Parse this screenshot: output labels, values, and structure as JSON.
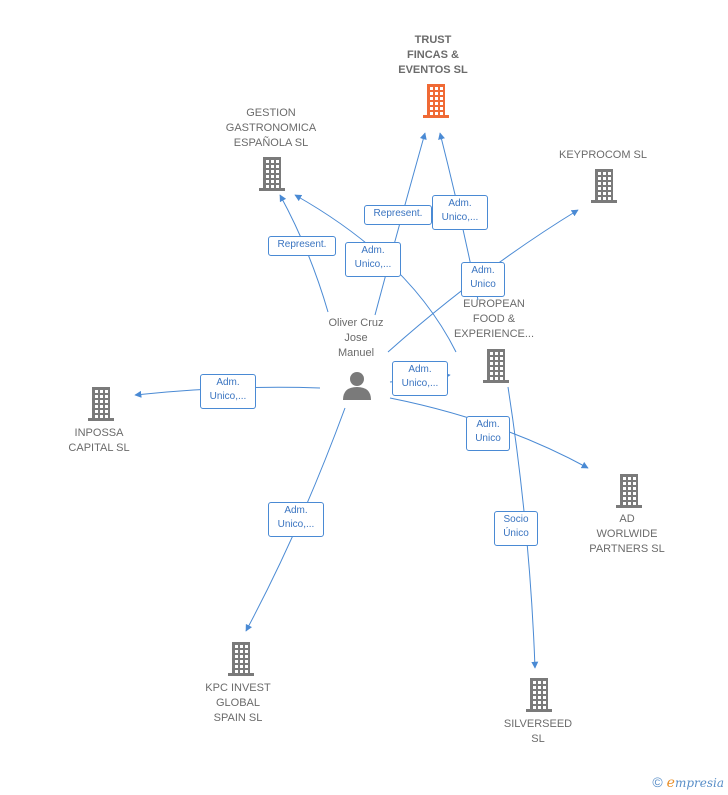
{
  "colors": {
    "edge": "#4a8ad4",
    "company": "#7a7a7a",
    "focus_company": "#f06a35",
    "person": "#7a7a7a"
  },
  "person": {
    "label": "Oliver Cruz\nJose\nManuel",
    "icon": "person-icon"
  },
  "companies": [
    {
      "id": "trust",
      "label": "TRUST\nFINCAS &\nEVENTOS  SL",
      "focus": true,
      "icon": "building-icon"
    },
    {
      "id": "gestion",
      "label": "GESTION\nGASTRONOMICA\nESPAÑOLA  SL",
      "icon": "building-icon"
    },
    {
      "id": "keyprocom",
      "label": "KEYPROCOM SL",
      "icon": "building-icon"
    },
    {
      "id": "european",
      "label": "EUROPEAN\nFOOD &\nEXPERIENCE...",
      "icon": "building-icon"
    },
    {
      "id": "inpossa",
      "label": "INPOSSA\nCAPITAL  SL",
      "icon": "building-icon"
    },
    {
      "id": "ad",
      "label": "AD\nWORLWIDE\nPARTNERS SL",
      "icon": "building-icon"
    },
    {
      "id": "kpc",
      "label": "KPC INVEST\nGLOBAL\nSPAIN  SL",
      "icon": "building-icon"
    },
    {
      "id": "silverseed",
      "label": "SILVERSEED\nSL",
      "icon": "building-icon"
    }
  ],
  "edge_labels": [
    {
      "id": "e1",
      "text": "Represent."
    },
    {
      "id": "e2",
      "text": "Adm.\nUnico,..."
    },
    {
      "id": "e3",
      "text": "Represent."
    },
    {
      "id": "e4",
      "text": "Adm.\nUnico,..."
    },
    {
      "id": "e5",
      "text": "Adm.\nUnico"
    },
    {
      "id": "e6",
      "text": "Adm.\nUnico,..."
    },
    {
      "id": "e7",
      "text": "Adm.\nUnico,..."
    },
    {
      "id": "e8",
      "text": "Adm.\nUnico"
    },
    {
      "id": "e9",
      "text": "Adm.\nUnico,..."
    },
    {
      "id": "e10",
      "text": "Socio\nÚnico"
    }
  ],
  "brand": {
    "copyright": "©",
    "first_letter": "e",
    "rest": "mpresia"
  }
}
